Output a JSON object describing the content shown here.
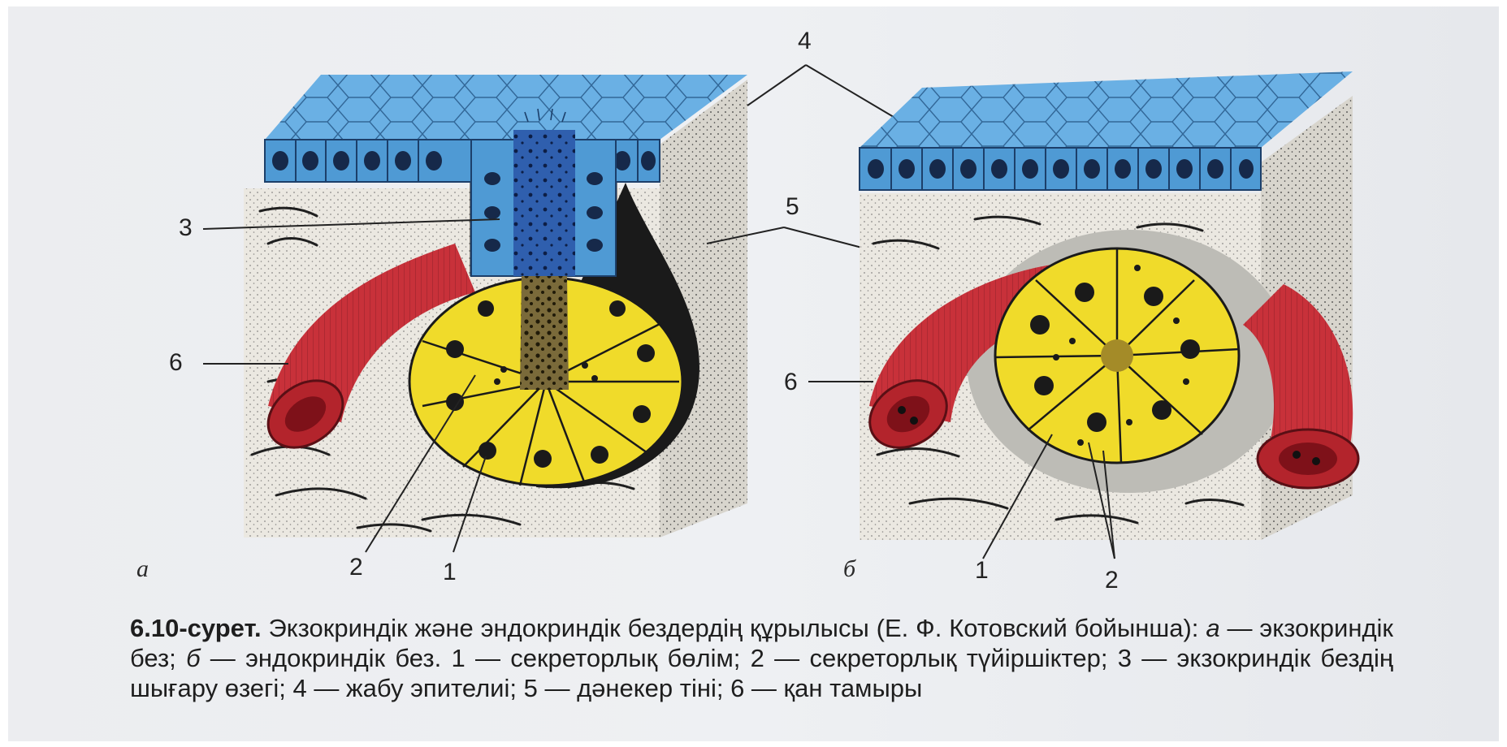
{
  "figure": {
    "panels": [
      {
        "id": "a",
        "letter": "а"
      },
      {
        "id": "b",
        "letter": "б"
      }
    ],
    "callouts": {
      "n1": "1",
      "n2": "2",
      "n3": "3",
      "n4": "4",
      "n5": "5",
      "n6": "6"
    },
    "colors": {
      "epithelium": "#4f9ad4",
      "duct": "#2f5fae",
      "secretory": "#f0db2a",
      "vessel": "#c8313a",
      "connective": "#e9e6df"
    }
  },
  "caption": {
    "label": "6.10-сурет.",
    "t1": " Экзокриндік және эндокриндік бездердің құрылысы (Е. Ф. Котовский бойынша): ",
    "a": "а",
    "t2": " — экзокриндік без; ",
    "b": "б",
    "t3": " — эндокриндік без. 1 — секреторлық бөлім; 2 — секреторлық түйіршіктер; 3 — экзокриндік бездің шығару өзегі; 4 — жабу эпителиі; 5 — дәнекер тіні; 6 — қан тамыры"
  }
}
